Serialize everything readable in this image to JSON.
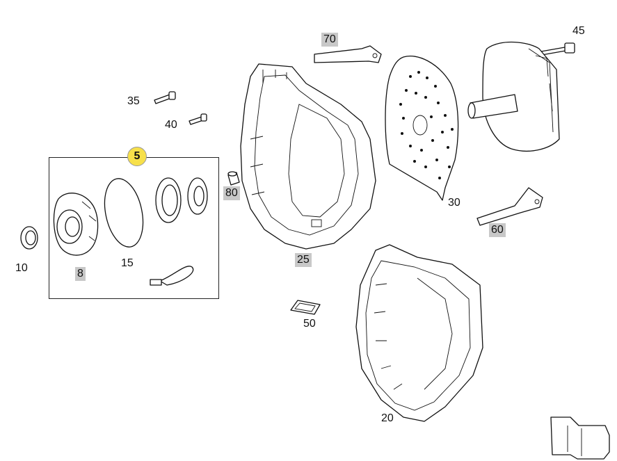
{
  "callouts": [
    {
      "id": "c70",
      "text": "70",
      "style": "shaded"
    },
    {
      "id": "c45",
      "text": "45",
      "style": "plain"
    },
    {
      "id": "c35",
      "text": "35",
      "style": "plain"
    },
    {
      "id": "c40",
      "text": "40",
      "style": "plain"
    },
    {
      "id": "c5",
      "text": "5",
      "style": "circled"
    },
    {
      "id": "c80",
      "text": "80",
      "style": "shaded"
    },
    {
      "id": "c30",
      "text": "30",
      "style": "plain"
    },
    {
      "id": "c60",
      "text": "60",
      "style": "shaded"
    },
    {
      "id": "c10",
      "text": "10",
      "style": "plain"
    },
    {
      "id": "c15",
      "text": "15",
      "style": "plain"
    },
    {
      "id": "c8",
      "text": "8",
      "style": "shaded"
    },
    {
      "id": "c25",
      "text": "25",
      "style": "shaded"
    },
    {
      "id": "c50",
      "text": "50",
      "style": "plain"
    },
    {
      "id": "c20",
      "text": "20",
      "style": "plain"
    }
  ],
  "colors": {
    "highlight": "#f7e04a",
    "shade": "#c8c8c8",
    "ink": "#111111"
  }
}
